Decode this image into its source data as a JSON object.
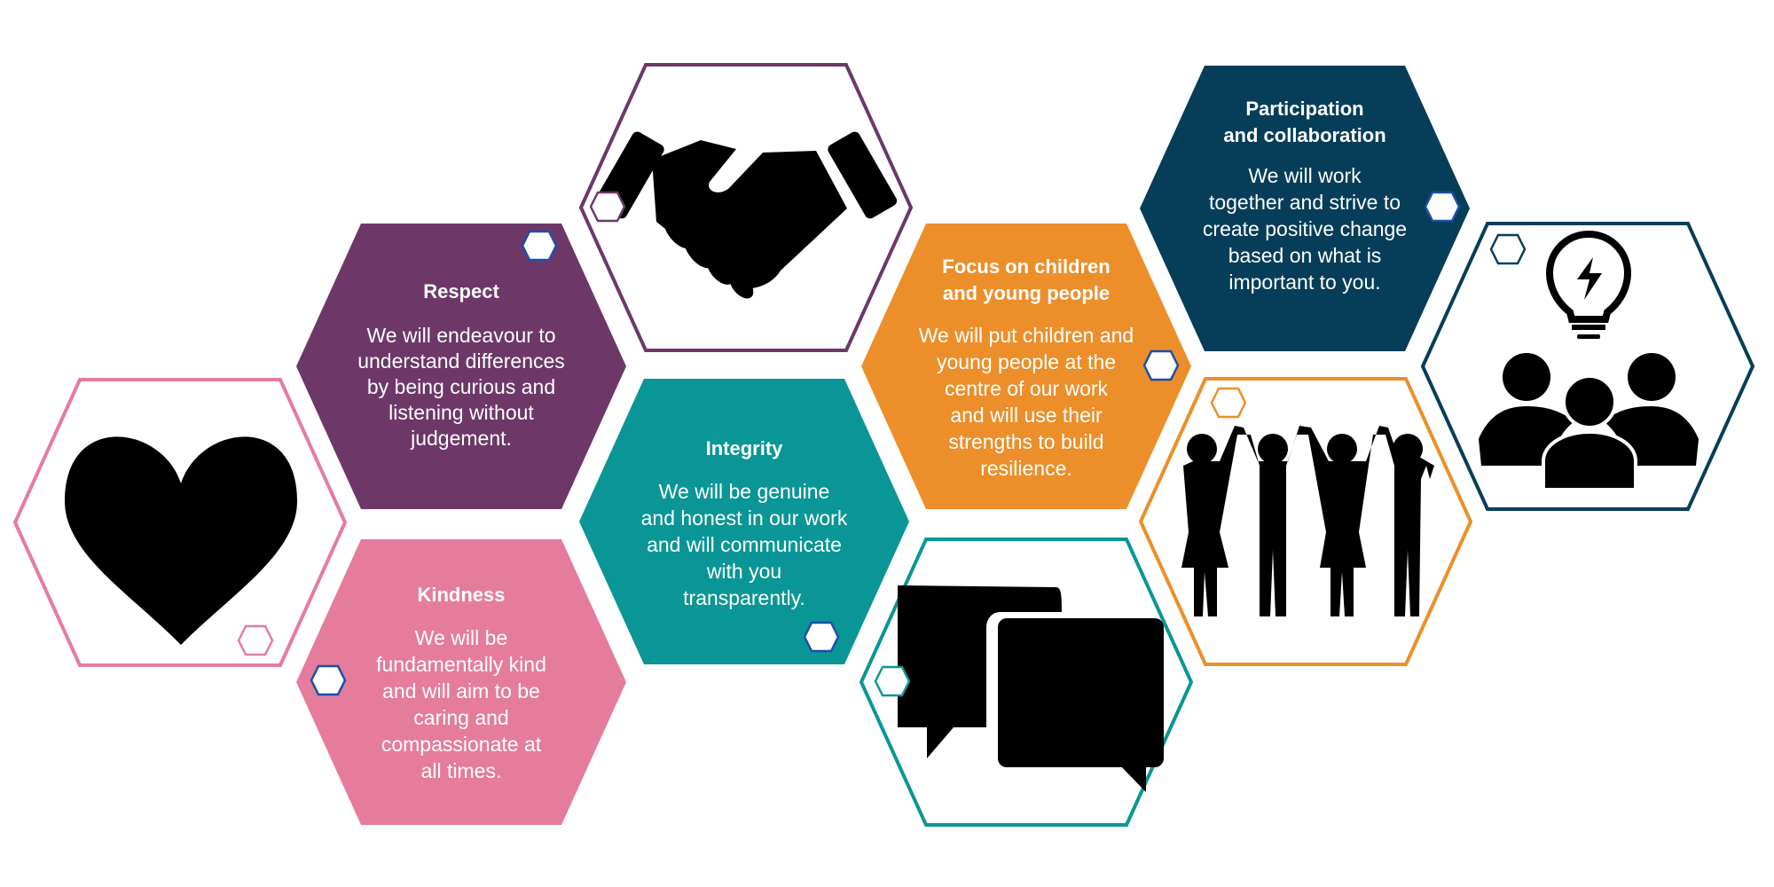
{
  "colors": {
    "purple": "#6d3868",
    "pink": "#e57c9c",
    "teal": "#0a9696",
    "orange": "#ec8f2a",
    "navy": "#063e5a",
    "marker_blue": "#1a4fa8"
  },
  "values": [
    {
      "id": "respect",
      "title": [
        "Respect"
      ],
      "body": [
        "We will endeavour to",
        "understand differences",
        "by being curious and",
        "listening without",
        "judgement."
      ]
    },
    {
      "id": "kindness",
      "title": [
        "Kindness"
      ],
      "body": [
        "We will be",
        "fundamentally kind",
        "and will aim to be",
        "caring and",
        "compassionate at",
        "all times."
      ]
    },
    {
      "id": "integrity",
      "title": [
        "Integrity"
      ],
      "body": [
        "We will be genuine",
        "and honest in our work",
        "and will communicate",
        "with you",
        "transparently."
      ]
    },
    {
      "id": "focus",
      "title": [
        "Focus on children",
        "and young people"
      ],
      "body": [
        "We will put children and",
        "young people at the",
        "centre of our work",
        "and will use their",
        "strengths to build",
        "resilience."
      ]
    },
    {
      "id": "participation",
      "title": [
        "Participation",
        "and collaboration"
      ],
      "body": [
        "We will work",
        "together and strive to",
        "create positive change",
        "based on what is",
        "important to you."
      ]
    }
  ],
  "icons": [
    "heart-icon",
    "handshake-icon",
    "speech-bubbles-icon",
    "people-holding-hands-icon",
    "lightbulb-group-icon"
  ]
}
